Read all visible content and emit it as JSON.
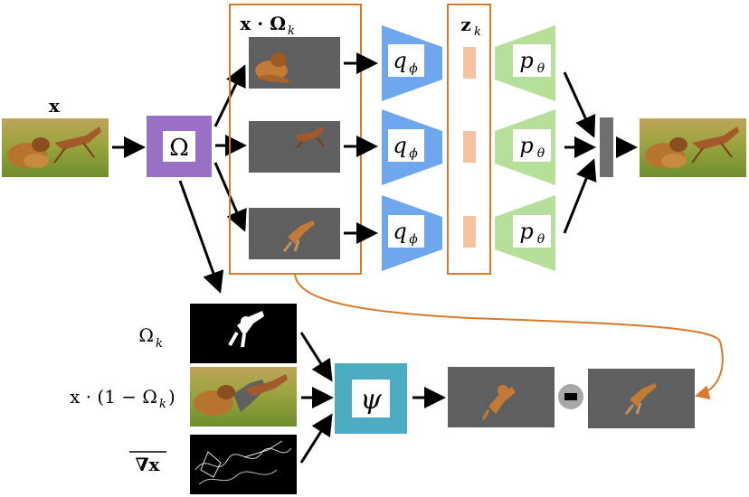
{
  "labels": {
    "input": "x",
    "mask_op": "Ω",
    "masked_input": "x · Ω",
    "masked_input_sub": "k",
    "encoder": "q",
    "encoder_sub": "ϕ",
    "latent": "z",
    "latent_sub": "k",
    "decoder": "p",
    "decoder_sub": "θ",
    "mask_k": "Ω",
    "mask_k_sub": "k",
    "complement_left": "x · (1 − Ω",
    "complement_sub": "k",
    "complement_right": ")",
    "gradient": "∇x",
    "inpaint": "ψ",
    "minus": "−"
  },
  "colors": {
    "mask_op_fill": "#9a6fc6",
    "encoder_fill": "#6ea7ee",
    "latent_fill": "#f7c29f",
    "decoder_fill": "#b6df99",
    "inpaint_fill": "#4bacc1",
    "highlight_border": "#d87a2a",
    "gray_panel": "#5f5f5f",
    "combiner": "#6f6f6f",
    "minus_circle": "#a8a8a8"
  },
  "icons": {
    "scene": "lion-chasing-antelope-photo",
    "mask": "white-silhouette-on-black",
    "edges": "edge-map-lines"
  }
}
